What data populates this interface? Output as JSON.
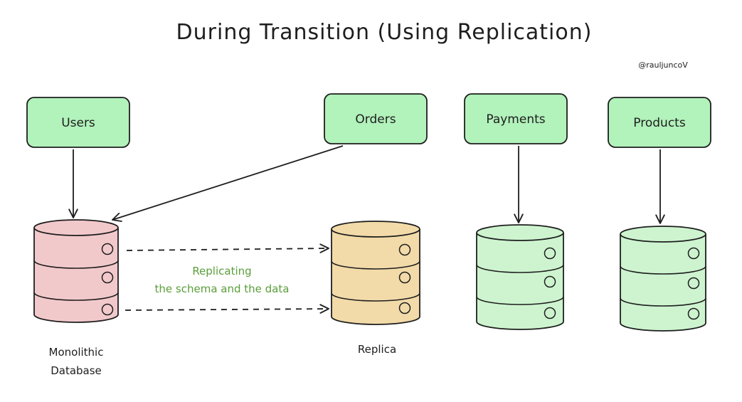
{
  "title": "During Transition (Using Replication)",
  "handle": "@rauljuncoV",
  "services": {
    "users": "Users",
    "orders": "Orders",
    "payments": "Payments",
    "products": "Products"
  },
  "databases": {
    "monolith_line1": "Monolithic",
    "monolith_line2": "Database",
    "replica": "Replica"
  },
  "replication": {
    "line1": "Replicating",
    "line2": "the schema and the data"
  },
  "colors": {
    "service_fill": "#b2f2bb",
    "monolith_fill": "#f2c9cb",
    "replica_fill": "#f2dba9",
    "green_db_fill": "#cdf4cf",
    "replication_text": "#5a9e3a",
    "stroke": "#1e1e1e"
  }
}
